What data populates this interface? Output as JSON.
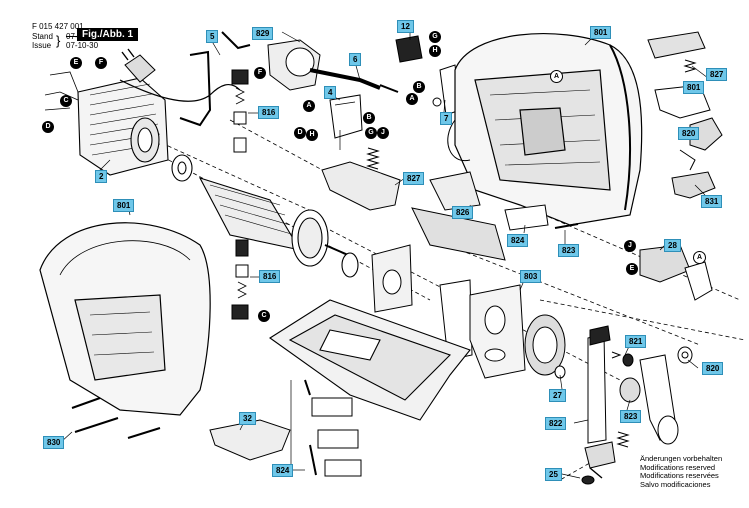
{
  "header": {
    "doc_number": "F 015 427 001",
    "stand_label": "Stand",
    "issue_label": "Issue",
    "stand_date": "07-10-22",
    "issue_date": "07-10-30",
    "figure_label": "Fig./Abb. 1"
  },
  "part_tags": {
    "p829": "829",
    "p5": "5",
    "p6": "6",
    "p4": "4",
    "p12": "12",
    "p801a": "801",
    "p827a": "827",
    "p801b": "801",
    "p820a": "820",
    "p831": "831",
    "p816a": "816",
    "p2": "2",
    "p7": "7",
    "p827b": "827",
    "p826": "826",
    "p824a": "824",
    "p823a": "823",
    "p28": "28",
    "p801c": "801",
    "p816b": "816",
    "p803": "803",
    "p821": "821",
    "p820b": "820",
    "p27": "27",
    "p823b": "823",
    "p822": "822",
    "p25": "25",
    "p830": "830",
    "p32": "32",
    "p824b": "824"
  },
  "callouts": {
    "E1": "E",
    "F1": "F",
    "C1": "C",
    "D1": "D",
    "F2": "F",
    "G1": "G",
    "H1": "H",
    "B1": "B",
    "A1": "A",
    "A2": "A",
    "B2": "B",
    "D2": "D",
    "H2": "H",
    "G2": "G",
    "J1": "J",
    "A3": "A",
    "J2": "J",
    "E2": "E",
    "A4": "A",
    "C2": "C"
  },
  "modifications_note": {
    "de": "Änderungen vorbehalten",
    "en": "Modifications reserved",
    "fr": "Modifications reservées",
    "es": "Salvo modificaciones"
  }
}
